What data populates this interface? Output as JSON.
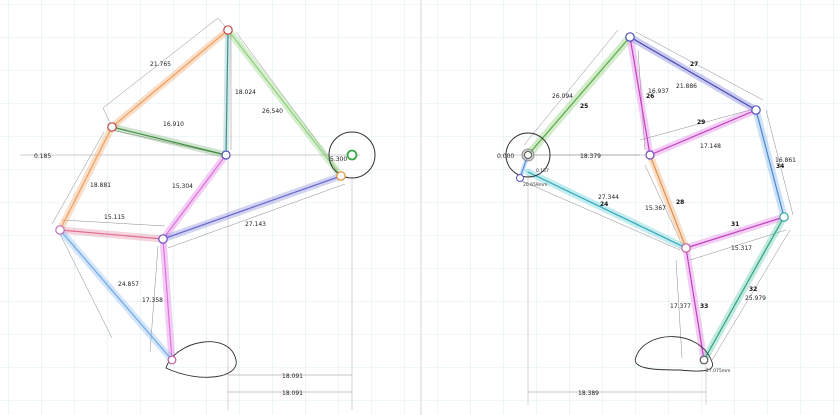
{
  "colors": {
    "background": "#ffffff",
    "grid": "#cfe6ef",
    "divider": "#d6d6d6",
    "dimension": "#8a8a8a",
    "orange": "#f0a060",
    "green": "#8ecf7a",
    "darkgreen": "#3f8f3f",
    "magenta": "#e070e0",
    "blue": "#6a6ad0",
    "lightblue": "#6ea8e8",
    "cyan": "#52c8d2",
    "teal": "#4cc4a0",
    "pink": "#e07090",
    "peach": "#f3c49a"
  },
  "left_panel": {
    "dimensions": {
      "d1": "21.765",
      "d2": "18.024",
      "d3": "16.910",
      "d4": "26.540",
      "d5": "0.185",
      "d6": "5.300",
      "d7": "18.881",
      "d8": "15.304",
      "d9": "15.115",
      "d10": "27.143",
      "d11": "24.857",
      "d12": "17.358",
      "d13": "18.091",
      "d14": "18.091"
    }
  },
  "right_panel": {
    "dimensions": {
      "d1": "26.094",
      "d2": "21.886",
      "d3": "16.937",
      "d4": "0.000",
      "d5": "18.379",
      "d6": "17.148",
      "d7": "16.861",
      "d8": "0.157",
      "d9": "20.659mm",
      "d10": "27.344",
      "d11": "15.367",
      "d12": "15.317",
      "d13": "17.377",
      "d14": "25.979",
      "d15": "27.075mm",
      "d16": "18.389"
    },
    "link_ids": {
      "l25": "25",
      "l27": "27",
      "l29": "29",
      "l34": "34",
      "l24": "24",
      "l26": "26",
      "l28": "28",
      "l31": "31",
      "l32": "32",
      "l33": "33"
    }
  }
}
